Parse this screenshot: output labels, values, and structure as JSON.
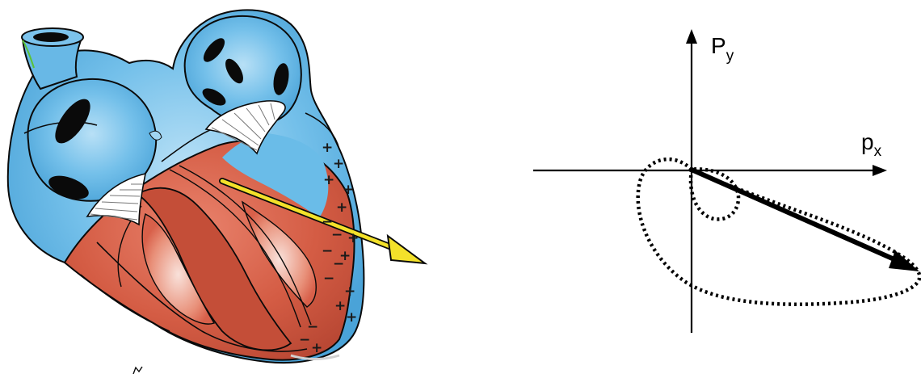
{
  "heart": {
    "charge_signs": [
      "+",
      "+",
      "+",
      "+",
      "+",
      "−",
      "−",
      "−",
      "−",
      "−",
      "+",
      "+",
      "+",
      "+",
      "−",
      "−",
      "+",
      "+"
    ],
    "colors": {
      "atria_blue": "#62b4e4",
      "atria_blue_light": "#a9d8f4",
      "ventricle_red": "#d8604a",
      "ventricle_red_light": "#f1c0b4",
      "valve_white": "#ffffff",
      "vector_yellow": "#f3e12a",
      "outline": "#0a0a0a"
    },
    "vector_arrow": "yellow-arrow"
  },
  "plot": {
    "y_label_main": "P",
    "y_label_sub": "y",
    "x_label_main": "p",
    "x_label_sub": "x",
    "axis_color": "#000000",
    "loop_style": "dotted",
    "vector_style": "solid-thick"
  }
}
